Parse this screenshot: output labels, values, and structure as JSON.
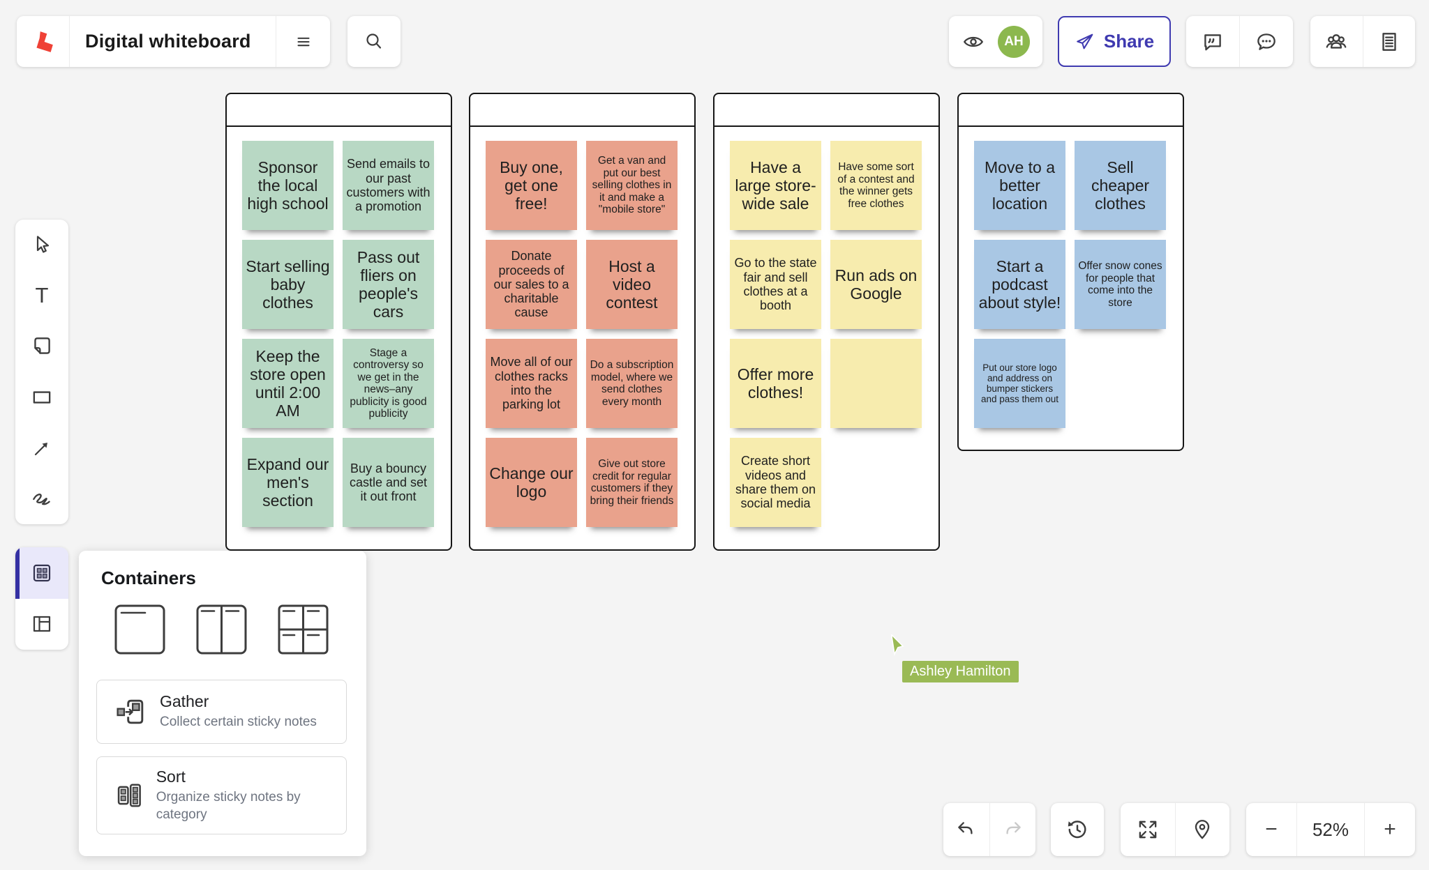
{
  "app": {
    "title": "Digital whiteboard",
    "logo": "lucid-logo",
    "logo_color": "#ef4136"
  },
  "topbar": {
    "share_label": "Share",
    "avatar_initials": "AH",
    "avatar_color": "#8cb84e",
    "accent_color": "#3f3ab0",
    "icons": [
      "menu-icon",
      "search-icon",
      "eye-icon",
      "share-plane-icon",
      "comment-quote-icon",
      "chat-ellipsis-icon",
      "collaborators-icon",
      "document-icon"
    ]
  },
  "tool_sidebar": {
    "tools": [
      "select",
      "text",
      "sticky-note",
      "shape",
      "arrow",
      "draw"
    ]
  },
  "organize_sidebar": {
    "tools": [
      "sort",
      "layout"
    ],
    "active": "sort"
  },
  "containers_panel": {
    "title": "Containers",
    "layout_options": [
      "single-container",
      "two-column-container",
      "four-quadrant-container"
    ],
    "actions": [
      {
        "title": "Gather",
        "description": "Collect certain sticky notes",
        "icon": "gather-icon"
      },
      {
        "title": "Sort",
        "description": "Organize sticky notes by category",
        "icon": "sort-icon"
      }
    ]
  },
  "board": {
    "containers": [
      {
        "name": "container-green",
        "header": "",
        "color": "#b8d8c4",
        "notes": [
          {
            "text": "Sponsor the local high school",
            "size": "lg"
          },
          {
            "text": "Send emails to our past customers with a promotion",
            "size": "md"
          },
          {
            "text": "Start selling baby clothes",
            "size": "lg"
          },
          {
            "text": "Pass out fliers on people's cars",
            "size": "lg"
          },
          {
            "text": "Keep the store open until 2:00 AM",
            "size": "lg"
          },
          {
            "text": "Stage a controversy so we get in the news–any publicity is good publicity",
            "size": "sm"
          },
          {
            "text": "Expand our men's section",
            "size": "lg"
          },
          {
            "text": "Buy a bouncy castle and set it out front",
            "size": "md"
          }
        ]
      },
      {
        "name": "container-salmon",
        "header": "",
        "color": "#e9a28c",
        "notes": [
          {
            "text": "Buy one, get one free!",
            "size": "lg"
          },
          {
            "text": "Get a van and put our best selling clothes in it and make a \"mobile store\"",
            "size": "sm"
          },
          {
            "text": "Donate proceeds of our sales to a charitable cause",
            "size": "md"
          },
          {
            "text": "Host a video contest",
            "size": "lg"
          },
          {
            "text": "Move all of our clothes racks into the parking lot",
            "size": "md"
          },
          {
            "text": "Do a subscription model, where we send clothes every month",
            "size": "sm"
          },
          {
            "text": "Change our logo",
            "size": "lg"
          },
          {
            "text": "Give out store credit for regular customers if they bring their friends",
            "size": "sm"
          }
        ]
      },
      {
        "name": "container-yellow",
        "header": "",
        "color": "#f7ecae",
        "notes": [
          {
            "text": "Have a large store-wide sale",
            "size": "lg"
          },
          {
            "text": "Have some sort of a contest and the winner gets free clothes",
            "size": "sm"
          },
          {
            "text": "Go to the state fair and sell clothes at a booth",
            "size": "md"
          },
          {
            "text": "Run ads on Google",
            "size": "lg"
          },
          {
            "text": "Offer more clothes!",
            "size": "lg"
          },
          {
            "text": "",
            "size": "lg"
          },
          {
            "text": "Create short videos and share them on social media",
            "size": "md"
          }
        ]
      },
      {
        "name": "container-blue",
        "header": "",
        "color": "#a9c7e4",
        "notes": [
          {
            "text": "Move to a better location",
            "size": "lg"
          },
          {
            "text": "Sell cheaper clothes",
            "size": "lg"
          },
          {
            "text": "Start a podcast about style!",
            "size": "lg"
          },
          {
            "text": "Offer snow cones for people that come into the store",
            "size": "sm"
          },
          {
            "text": "Put our store logo and address on bumper stickers and pass them out",
            "size": "xs"
          }
        ]
      }
    ]
  },
  "collaborator": {
    "name": "Ashley Hamilton",
    "cursor_color": "#9aba55"
  },
  "footer": {
    "zoom_level": "52%",
    "icons": [
      "undo-icon",
      "redo-icon",
      "history-icon",
      "fullscreen-icon",
      "locate-pin-icon",
      "zoom-out-icon",
      "zoom-in-icon"
    ],
    "disabled": [
      "redo-icon"
    ]
  }
}
